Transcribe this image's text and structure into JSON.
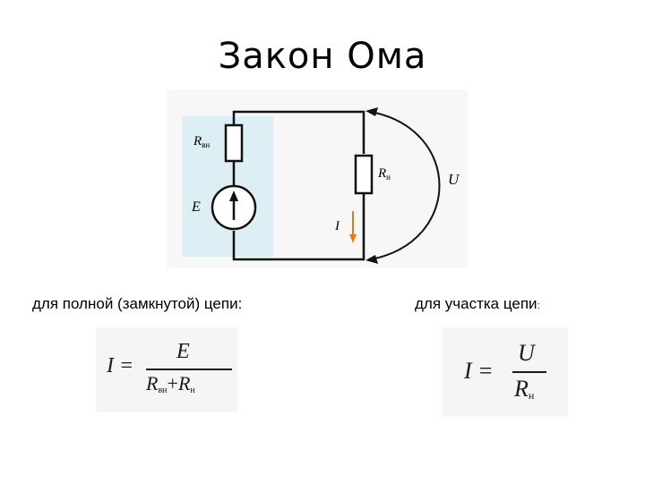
{
  "title": "Закон Ома",
  "circuit": {
    "internal_resistor_label": "R",
    "internal_resistor_sub": "вн",
    "source_label": "E",
    "load_resistor_label": "R",
    "load_resistor_sub": "н",
    "voltage_label": "U",
    "current_label": "I",
    "colors": {
      "source_fill": "#ddeef4",
      "current_arrow": "#e87722",
      "background": "#f7f7f7"
    }
  },
  "captions": {
    "full_circuit": "для полной (замкнутой) цепи:",
    "segment_text": "для участка цепи",
    "segment_colon": ":"
  },
  "formula_full": {
    "lhs": "I =",
    "numerator": "E",
    "den_r1": "R",
    "den_r1_sub": "вн",
    "den_plus": "+",
    "den_r2": "R",
    "den_r2_sub": "н"
  },
  "formula_segment": {
    "lhs": "I =",
    "numerator": "U",
    "den_r": "R",
    "den_r_sub": "н"
  }
}
